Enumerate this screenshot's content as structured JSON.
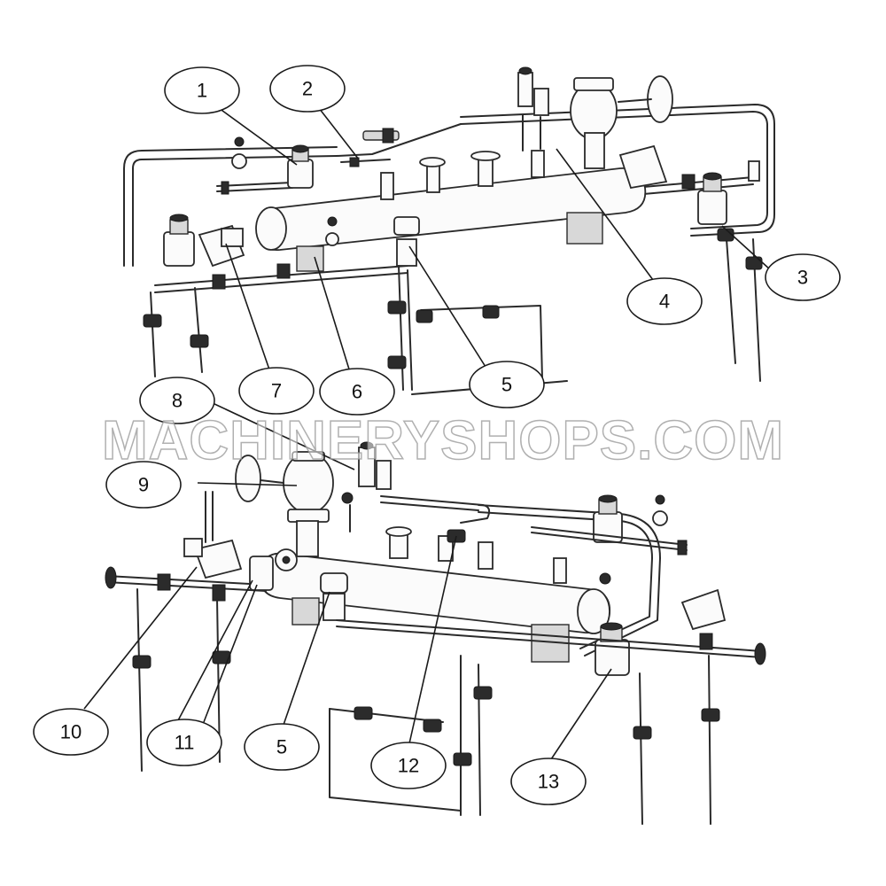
{
  "watermark": "MACHINERYSHOPS.COM",
  "callouts": {
    "top": [
      "1",
      "2",
      "3",
      "4",
      "5",
      "6",
      "7"
    ],
    "bottom": [
      "8",
      "9",
      "10",
      "11",
      "5",
      "12",
      "13"
    ]
  },
  "colors": {
    "line": "#2a2a2a",
    "background": "#ffffff",
    "watermark_outline": "#969696"
  }
}
